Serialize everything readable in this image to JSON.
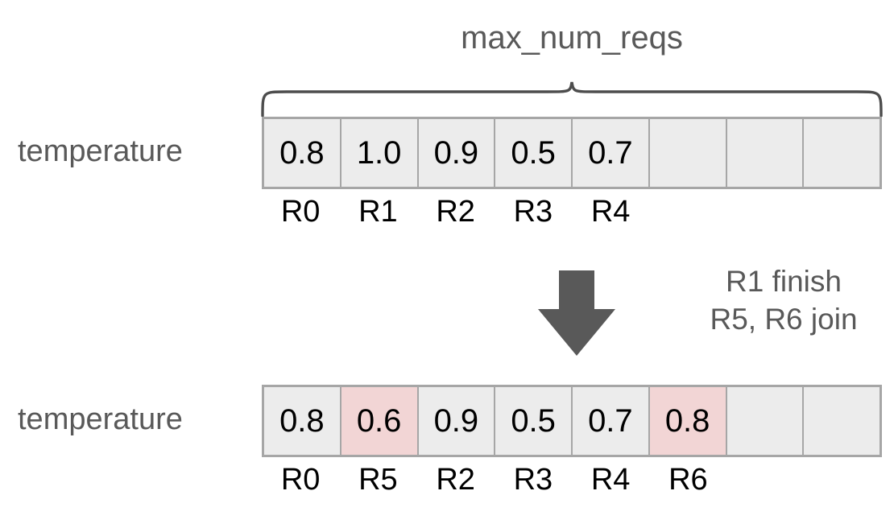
{
  "diagram": {
    "brace_title": "max_num_reqs",
    "transition_note": {
      "line1": "R1 finish",
      "line2": "R5, R6 join"
    },
    "colors": {
      "cell_fill": "#ececec",
      "cell_border": "#a6a6a6",
      "highlight_fill": "#f2d5d5",
      "label_gray": "#595959",
      "arrow_gray": "#595959",
      "text_black": "#000000",
      "background": "#ffffff"
    },
    "rows": [
      {
        "label": "temperature",
        "num_slots": 8,
        "cells": [
          {
            "value": "0.8",
            "req": "R0",
            "highlight": false,
            "empty": false
          },
          {
            "value": "1.0",
            "req": "R1",
            "highlight": false,
            "empty": false
          },
          {
            "value": "0.9",
            "req": "R2",
            "highlight": false,
            "empty": false
          },
          {
            "value": "0.5",
            "req": "R3",
            "highlight": false,
            "empty": false
          },
          {
            "value": "0.7",
            "req": "R4",
            "highlight": false,
            "empty": false
          },
          {
            "value": "",
            "req": "",
            "highlight": false,
            "empty": true
          },
          {
            "value": "",
            "req": "",
            "highlight": false,
            "empty": true
          },
          {
            "value": "",
            "req": "",
            "highlight": false,
            "empty": true
          }
        ]
      },
      {
        "label": "temperature",
        "num_slots": 8,
        "cells": [
          {
            "value": "0.8",
            "req": "R0",
            "highlight": false,
            "empty": false
          },
          {
            "value": "0.6",
            "req": "R5",
            "highlight": true,
            "empty": false
          },
          {
            "value": "0.9",
            "req": "R2",
            "highlight": false,
            "empty": false
          },
          {
            "value": "0.5",
            "req": "R3",
            "highlight": false,
            "empty": false
          },
          {
            "value": "0.7",
            "req": "R4",
            "highlight": false,
            "empty": false
          },
          {
            "value": "0.8",
            "req": "R6",
            "highlight": true,
            "empty": false
          },
          {
            "value": "",
            "req": "",
            "highlight": false,
            "empty": true
          },
          {
            "value": "",
            "req": "",
            "highlight": false,
            "empty": true
          }
        ]
      }
    ]
  }
}
